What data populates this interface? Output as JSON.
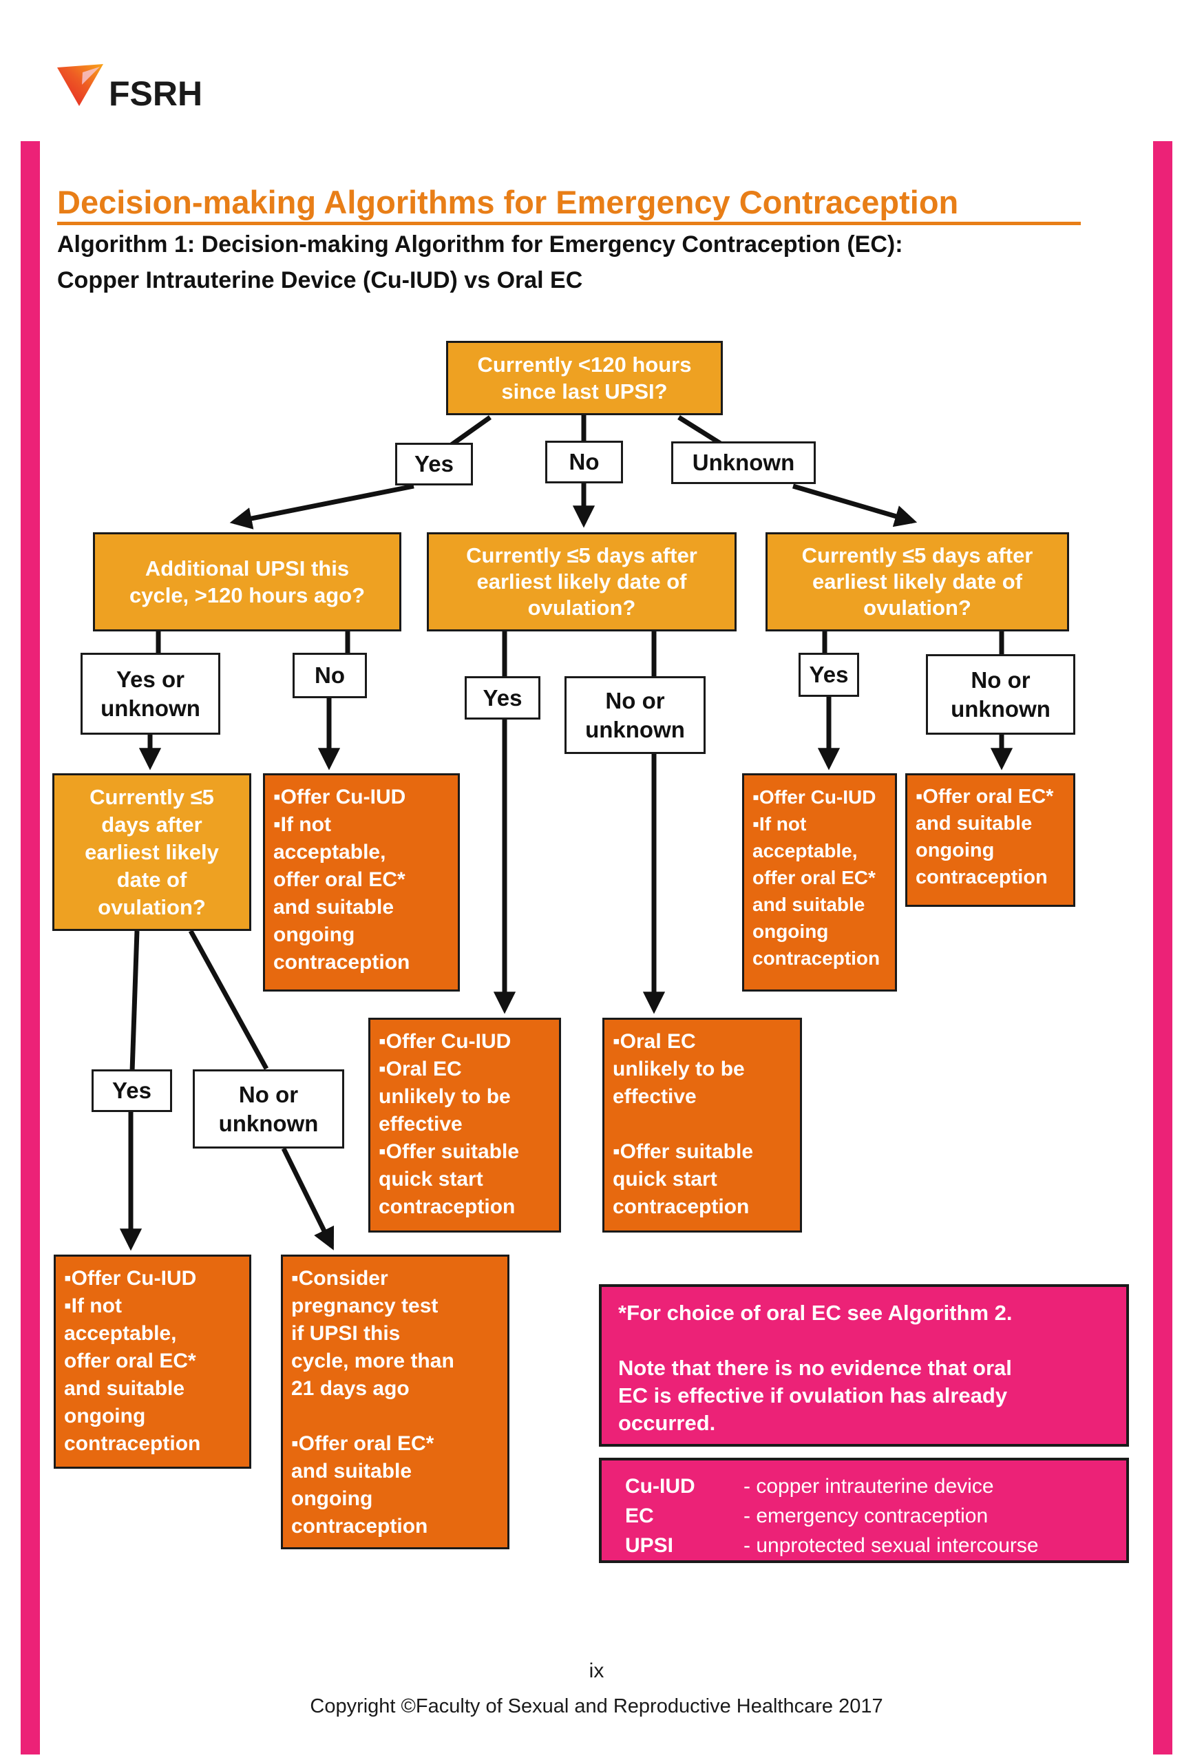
{
  "header": {
    "logo_text": "FSRH",
    "title": "Decision-making Algorithms for Emergency Contraception",
    "subtitle_line1": "Algorithm 1: Decision-making Algorithm for Emergency Contraception (EC):",
    "subtitle_line2": "Copper Intrauterine Device (Cu-IUD) vs Oral EC"
  },
  "flowchart": {
    "nodes": {
      "q_start": "Currently <120 hours\nsince last UPSI?",
      "ans_yes_top": "Yes",
      "ans_no_top": "No",
      "ans_unknown_top": "Unknown",
      "q_additional_upsi": "Additional UPSI this\ncycle, >120 hours ago?",
      "q_ovulation_mid": "Currently ≤5 days after\nearliest likely date of\novulation?",
      "q_ovulation_right": "Currently ≤5 days after\nearliest likely date of\novulation?",
      "ans_yes_or_unknown_left": "Yes or\nunknown",
      "ans_no_left": "No",
      "ans_yes_mid": "Yes",
      "ans_no_or_unknown_mid": "No or\nunknown",
      "ans_yes_right": "Yes",
      "ans_no_or_unknown_right": "No or\nunknown",
      "q_ovulation_left": "Currently ≤5\ndays after\nearliest likely\ndate of\novulation?",
      "offer_cuiud_left": "▪Offer Cu-IUD\n▪If not\nacceptable,\noffer oral EC*\nand suitable\nongoing\ncontraception",
      "offer_cuiud_right": "▪Offer Cu-IUD\n▪If not\nacceptable,\noffer oral EC*\nand suitable\nongoing\ncontraception",
      "offer_oral_ec_right": "▪Offer oral EC*\nand suitable\nongoing\ncontraception",
      "cuiud_oral_ec_unlikely": "▪Offer Cu-IUD\n▪Oral EC\nunlikely to be\neffective\n▪Offer suitable\nquick start\ncontraception",
      "oral_ec_unlikely": "▪Oral EC\nunlikely to be\neffective\n\n▪Offer suitable\nquick start\ncontraception",
      "ans_yes_bottom": "Yes",
      "ans_no_or_unknown_bottom": "No or\nunknown",
      "offer_cuiud_bottom": "▪Offer Cu-IUD\n▪If not\nacceptable,\noffer oral EC*\nand suitable\nongoing\ncontraception",
      "consider_pregnancy_test": "▪Consider\npregnancy test\nif UPSI this\ncycle, more than\n21 days ago\n\n▪Offer oral EC*\nand suitable\nongoing\ncontraception"
    }
  },
  "notes": {
    "algorithm_note": "*For choice of oral EC see Algorithm 2.\n\nNote that there is no evidence that oral\nEC is effective if ovulation has already\noccurred."
  },
  "legend": {
    "rows": [
      {
        "abbr": "Cu-IUD",
        "def": "- copper intrauterine device"
      },
      {
        "abbr": "EC",
        "def": "- emergency contraception"
      },
      {
        "abbr": "UPSI",
        "def": "- unprotected sexual intercourse"
      }
    ]
  },
  "footer": {
    "page_number": "ix",
    "copyright": "Copyright ©Faculty of Sexual and Reproductive Healthcare 2017"
  },
  "colors": {
    "question_fill": "#EEA122",
    "outcome_fill": "#E7690F",
    "note_fill": "#EC2277",
    "accent_bar": "#EC2277",
    "title_orange": "#E87E17",
    "connector": "#111111"
  }
}
